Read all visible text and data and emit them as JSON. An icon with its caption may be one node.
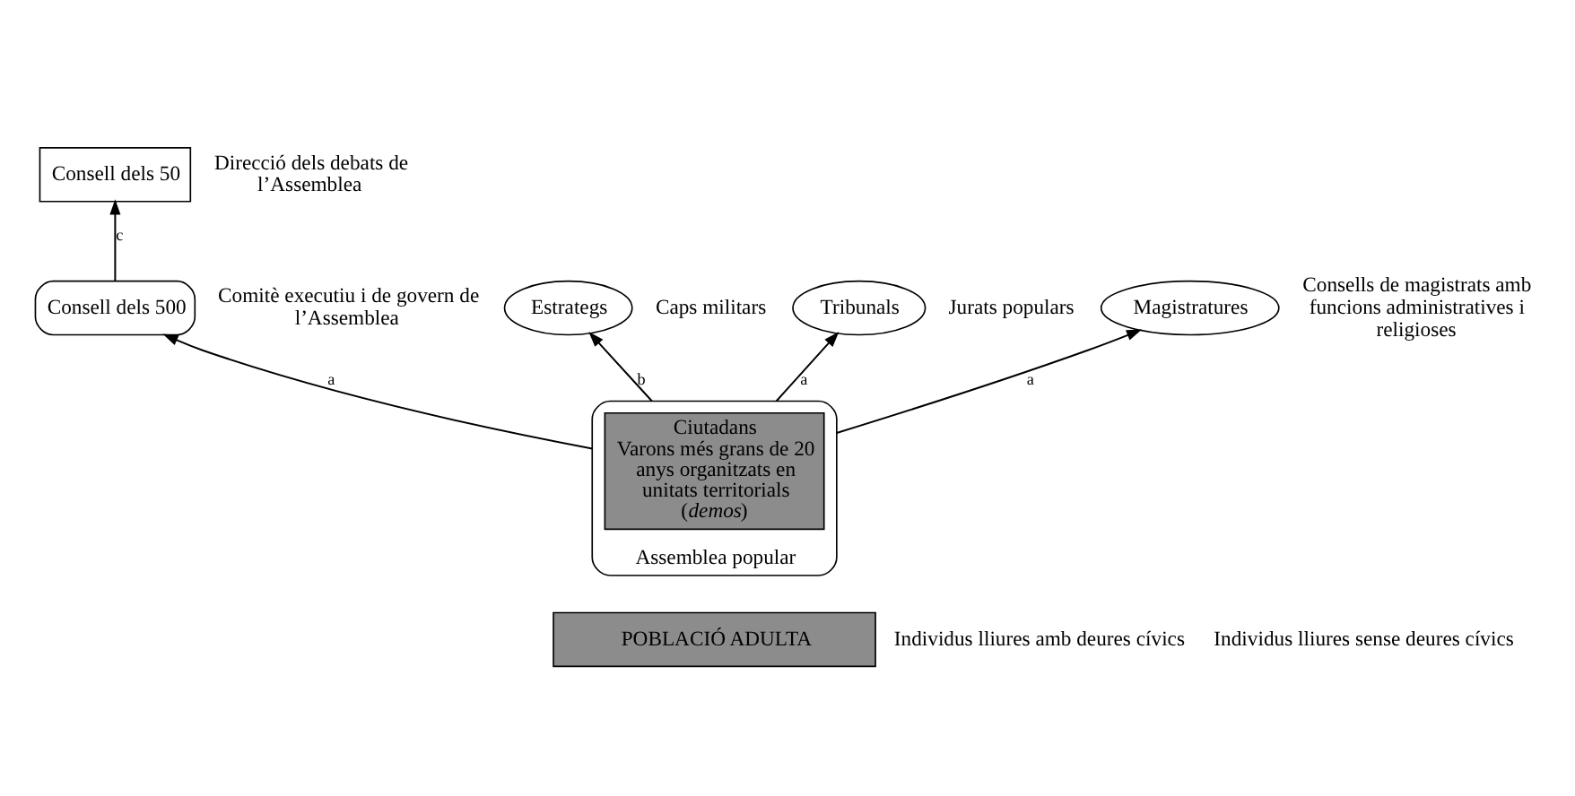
{
  "diagram": {
    "nodes": [
      {
        "text": [
          "Consell dels 50"
        ],
        "beside": [
          "Direcció dels debats de l’Assemblea"
        ]
      },
      {
        "text": [
          "Consell dels 500"
        ],
        "beside": [
          "Comitè executiu i de govern de l’Assemblea"
        ]
      },
      {
        "text": [
          "Assemblea popular"
        ]
      },
      {
        "text": [
          "Ciutadans",
          "Varons més grans de 20 anys organitzats en unitats territorials (*demos*)"
        ],
        "in": 2
      },
      {
        "text": [
          "Estrategs"
        ],
        "beside": [
          "Caps militars"
        ]
      },
      {
        "text": [
          "Tribunals"
        ],
        "beside": [
          "Jurats populars"
        ]
      },
      {
        "text": [
          "Magistratures"
        ],
        "beside": [
          "Consells de magistrats amb funcions administratives i religioses"
        ]
      },
      {
        "text": [
          "POBLACIÓ ADULTA"
        ]
      }
    ],
    "edges": [
      {
        "from": 1,
        "to": 0,
        "arrow": "to",
        "label": "c"
      },
      {
        "from": 2,
        "to": 1,
        "arrow": "to",
        "label": "a"
      },
      {
        "from": 2,
        "to": 4,
        "arrow": "to",
        "label": "b"
      },
      {
        "from": 2,
        "to": 5,
        "arrow": "to",
        "label": "a"
      },
      {
        "from": 2,
        "to": 6,
        "arrow": "to",
        "label": "a"
      }
    ],
    "labels": [
      "Individus lliures amb deures cívics",
      "Individus lliures sense deures cívics"
    ]
  }
}
